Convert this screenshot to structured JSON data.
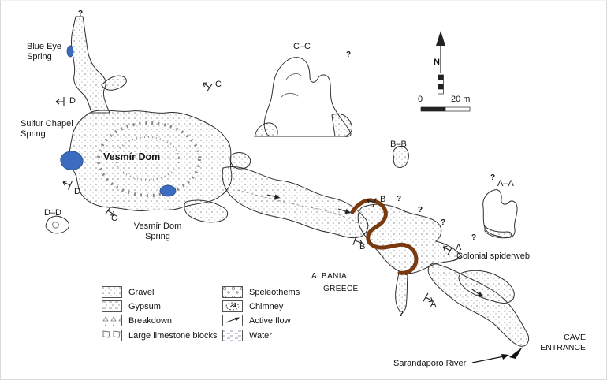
{
  "map": {
    "labels": {
      "blue_eye_spring": "Blue Eye Spring",
      "sulfur_chapel_spring": "Sulfur Chapel Spring",
      "vesmir_dom": "Vesmír Dom",
      "vesmir_dom_spring": "Vesmír Dom Spring",
      "colonial_spiderweb": "Colonial spiderweb",
      "albania": "ALBANIA",
      "greece": "GREECE",
      "cave_entrance": "CAVE ENTRANCE",
      "sarandaporo_river": "Sarandaporo River"
    },
    "cross_sections": {
      "aa": "A–A",
      "bb": "B–B",
      "cc": "C–C",
      "dd": "D–D"
    },
    "section_letters": {
      "a": "A",
      "b": "B",
      "c": "C",
      "d": "D"
    },
    "compass_north": "N",
    "scale_bar": {
      "start": "0",
      "end": "20 m"
    },
    "question_mark": "?"
  },
  "legend": {
    "items": [
      {
        "label": "Gravel"
      },
      {
        "label": "Gypsum"
      },
      {
        "label": "Breakdown"
      },
      {
        "label": "Large limestone blocks"
      },
      {
        "label": "Speleothems"
      },
      {
        "label": "Chimney"
      },
      {
        "label": "Active flow"
      },
      {
        "label": "Water"
      }
    ]
  },
  "colors": {
    "water_blue": "#3c6cc0",
    "border_brown": "#7a3a10",
    "ink": "#1c1c1c"
  }
}
